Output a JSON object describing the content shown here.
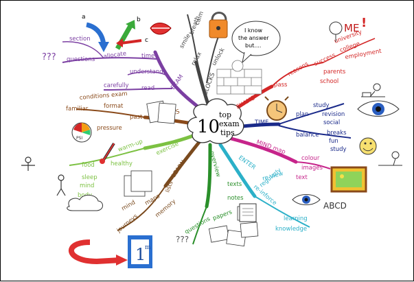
{
  "center": {
    "number": "10",
    "line1": "top",
    "line2": "exam",
    "line3": "tips"
  },
  "speech": {
    "line1": "I know",
    "line2": "the answer",
    "line3": "but...."
  },
  "letters": {
    "a": "a",
    "b": "b",
    "c": "c"
  },
  "badges": {
    "psi": "PSI",
    "first_big": "1",
    "first_small": "m",
    "abcd": "ABCD",
    "me": "ME",
    "exclaim": "!"
  },
  "branches": {
    "exam": {
      "label": "EXAM",
      "words": {
        "allocate": "allocate",
        "time": "time",
        "section": "section",
        "questions": "questions",
        "understand": "understand",
        "carefully": "carefully",
        "read": "read",
        "marks": "???"
      }
    },
    "blocks": {
      "label": "BLOCKS",
      "words": {
        "unlock": "unlock",
        "relax": "relax",
        "smile": "smile",
        "breath": "breath",
        "calm": "calm"
      }
    },
    "exams": {
      "label": "EXAMS",
      "words": {
        "pass": "pass",
        "reasons": "reasons",
        "success": "success",
        "university": "university",
        "college": "college",
        "employment": "employment",
        "parents": "parents",
        "school": "school"
      }
    },
    "time": {
      "label": "TIME",
      "words": {
        "plan": "plan",
        "study": "study",
        "revision": "revision",
        "social": "social",
        "balance": "balance",
        "breaks": "breaks",
        "fun": "fun",
        "study2": "study"
      }
    },
    "mind_map": {
      "label": "MIND map",
      "words": {
        "colour": "colour",
        "images": "images",
        "text": "text"
      }
    },
    "enter": {
      "label": "ENTER",
      "words": {
        "re_view": "re-view",
        "regularly": "regularly",
        "reinforce": "re-inforce",
        "learning": "learning",
        "knowledge": "knowledge"
      }
    },
    "overview": {
      "label": "overview",
      "words": {
        "texts": "texts",
        "notes": "notes",
        "questions": "questions",
        "papers": "papers",
        "marks": "???"
      }
    },
    "learn": {
      "label": "LEARN",
      "words": {
        "lists": "lists",
        "maps": "maps",
        "mind": "mind",
        "memory": "memory",
        "journeys": "journeys"
      }
    },
    "exercise": {
      "label": "exercise",
      "words": {
        "warm_up": "warm-up",
        "healthy": "healthy",
        "food": "food",
        "sleep": "sleep",
        "mind": "mind",
        "body": "body"
      }
    },
    "past": {
      "label": "past",
      "words": {
        "papers": "PAPERS",
        "format": "format",
        "conditions": "conditions exam",
        "familiar": "familiar",
        "pressure": "pressure"
      }
    }
  }
}
